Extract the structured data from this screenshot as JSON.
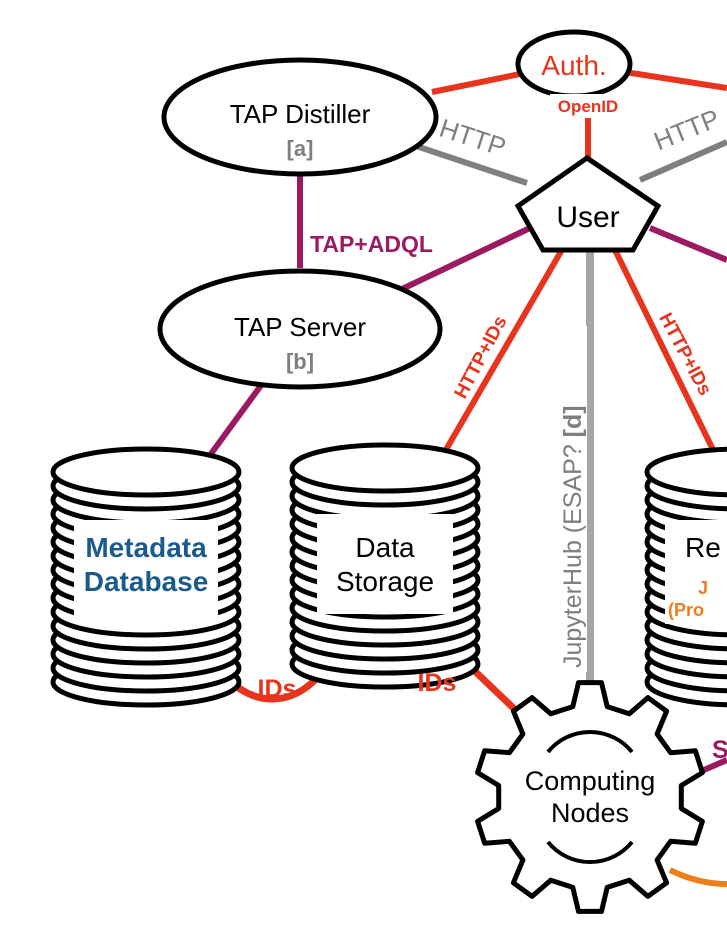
{
  "nodes": {
    "auth": "Auth.",
    "tap_distiller": {
      "title": "TAP Distiller",
      "ref": "[a]"
    },
    "tap_server": {
      "title": "TAP Server",
      "ref": "[b]"
    },
    "user": "User",
    "metadata_db": {
      "line1": "Metadata",
      "line2": "Database"
    },
    "data_storage": {
      "line1": "Data",
      "line2": "Storage"
    },
    "computing_nodes": {
      "line1": "Computing",
      "line2": "Nodes"
    },
    "right_cylinder": {
      "line1": "Re",
      "line2": "J",
      "line3": "(Pro"
    }
  },
  "edges": {
    "openid": "OpenID",
    "http_left": "HTTP",
    "http_right": "HTTP",
    "tap_adql": "TAP+ADQL",
    "http_ids_left": "HTTP+IDs",
    "http_ids_right": "HTTP+IDs",
    "jupyterhub": "JupyterHub (ESAP? ",
    "jupyterhub_ref": "[d]",
    "ids_left": "IDs",
    "ids_right": "IDs",
    "s_partial": "S"
  },
  "colors": {
    "red": "#e8341c",
    "purple": "#9b1a62",
    "gray": "#7f7f7f",
    "blue": "#1a5b8c",
    "orange": "#ef7d1a",
    "black": "#000000"
  }
}
